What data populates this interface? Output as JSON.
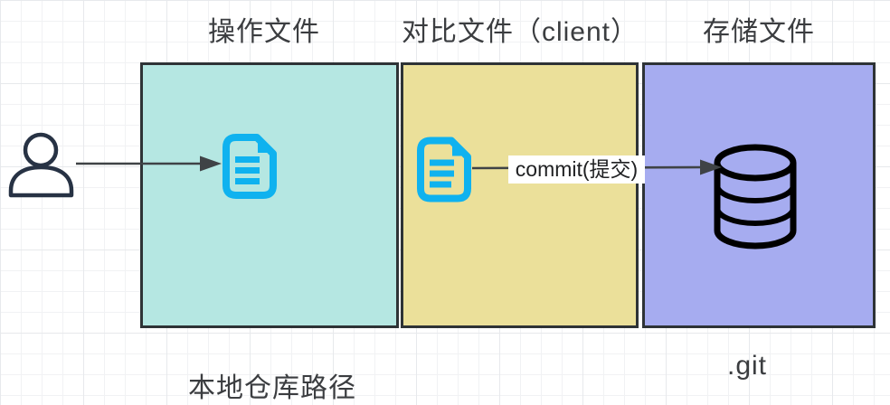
{
  "diagram": {
    "columns": [
      {
        "id": "operate-files",
        "title": "操作文件",
        "fill": "#b5e7e2"
      },
      {
        "id": "compare-files",
        "title": "对比文件（client）",
        "fill": "#ebe09a"
      },
      {
        "id": "store-files",
        "title": "存储文件",
        "fill": "#a6acf0"
      }
    ],
    "commit_label": "commit(提交)",
    "footer": {
      "local_repo_path": "本地仓库路径",
      "git_folder": ".git"
    },
    "icons": {
      "person": "person-icon",
      "document_working": "document-icon",
      "document_staging": "document-icon",
      "database": "database-icon"
    },
    "colors": {
      "box_border": "#2e3336",
      "document_icon": "#0fb2ef",
      "person_icon": "#273244",
      "database_icon": "#000000",
      "arrow": "#3f4346",
      "title_text": "#3b3d40",
      "grid_minor": "#f1f2f4",
      "grid_major": "#e7e9ec"
    }
  }
}
